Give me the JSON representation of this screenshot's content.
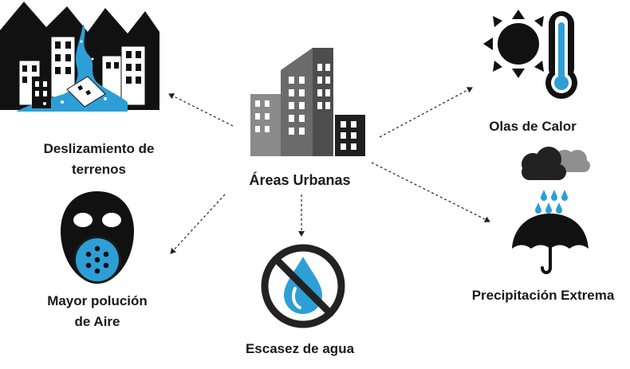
{
  "center": {
    "label": "Áreas Urbanas",
    "icon": "city-buildings-icon"
  },
  "nodes": {
    "landslide": {
      "label_line1": "Deslizamiento de",
      "label_line2": "terrenos",
      "icon": "landslide-icon"
    },
    "air_pollution": {
      "label_line1": "Mayor polución",
      "label_line2": "de Aire",
      "icon": "gas-mask-icon"
    },
    "water_scarcity": {
      "label": "Escasez de agua",
      "icon": "no-water-icon"
    },
    "heat_waves": {
      "label": "Olas de Calor",
      "icon": "sun-thermometer-icon"
    },
    "extreme_precipitation": {
      "label": "Precipitación Extrema",
      "icon": "cloud-rain-umbrella-icon"
    }
  },
  "colors": {
    "dark": "#1a1a1a",
    "gray_building": "#5a5a5a",
    "light_gray": "#9a9a9a",
    "blue": "#2d9fd6",
    "water_blue": "#3aa7dc"
  }
}
